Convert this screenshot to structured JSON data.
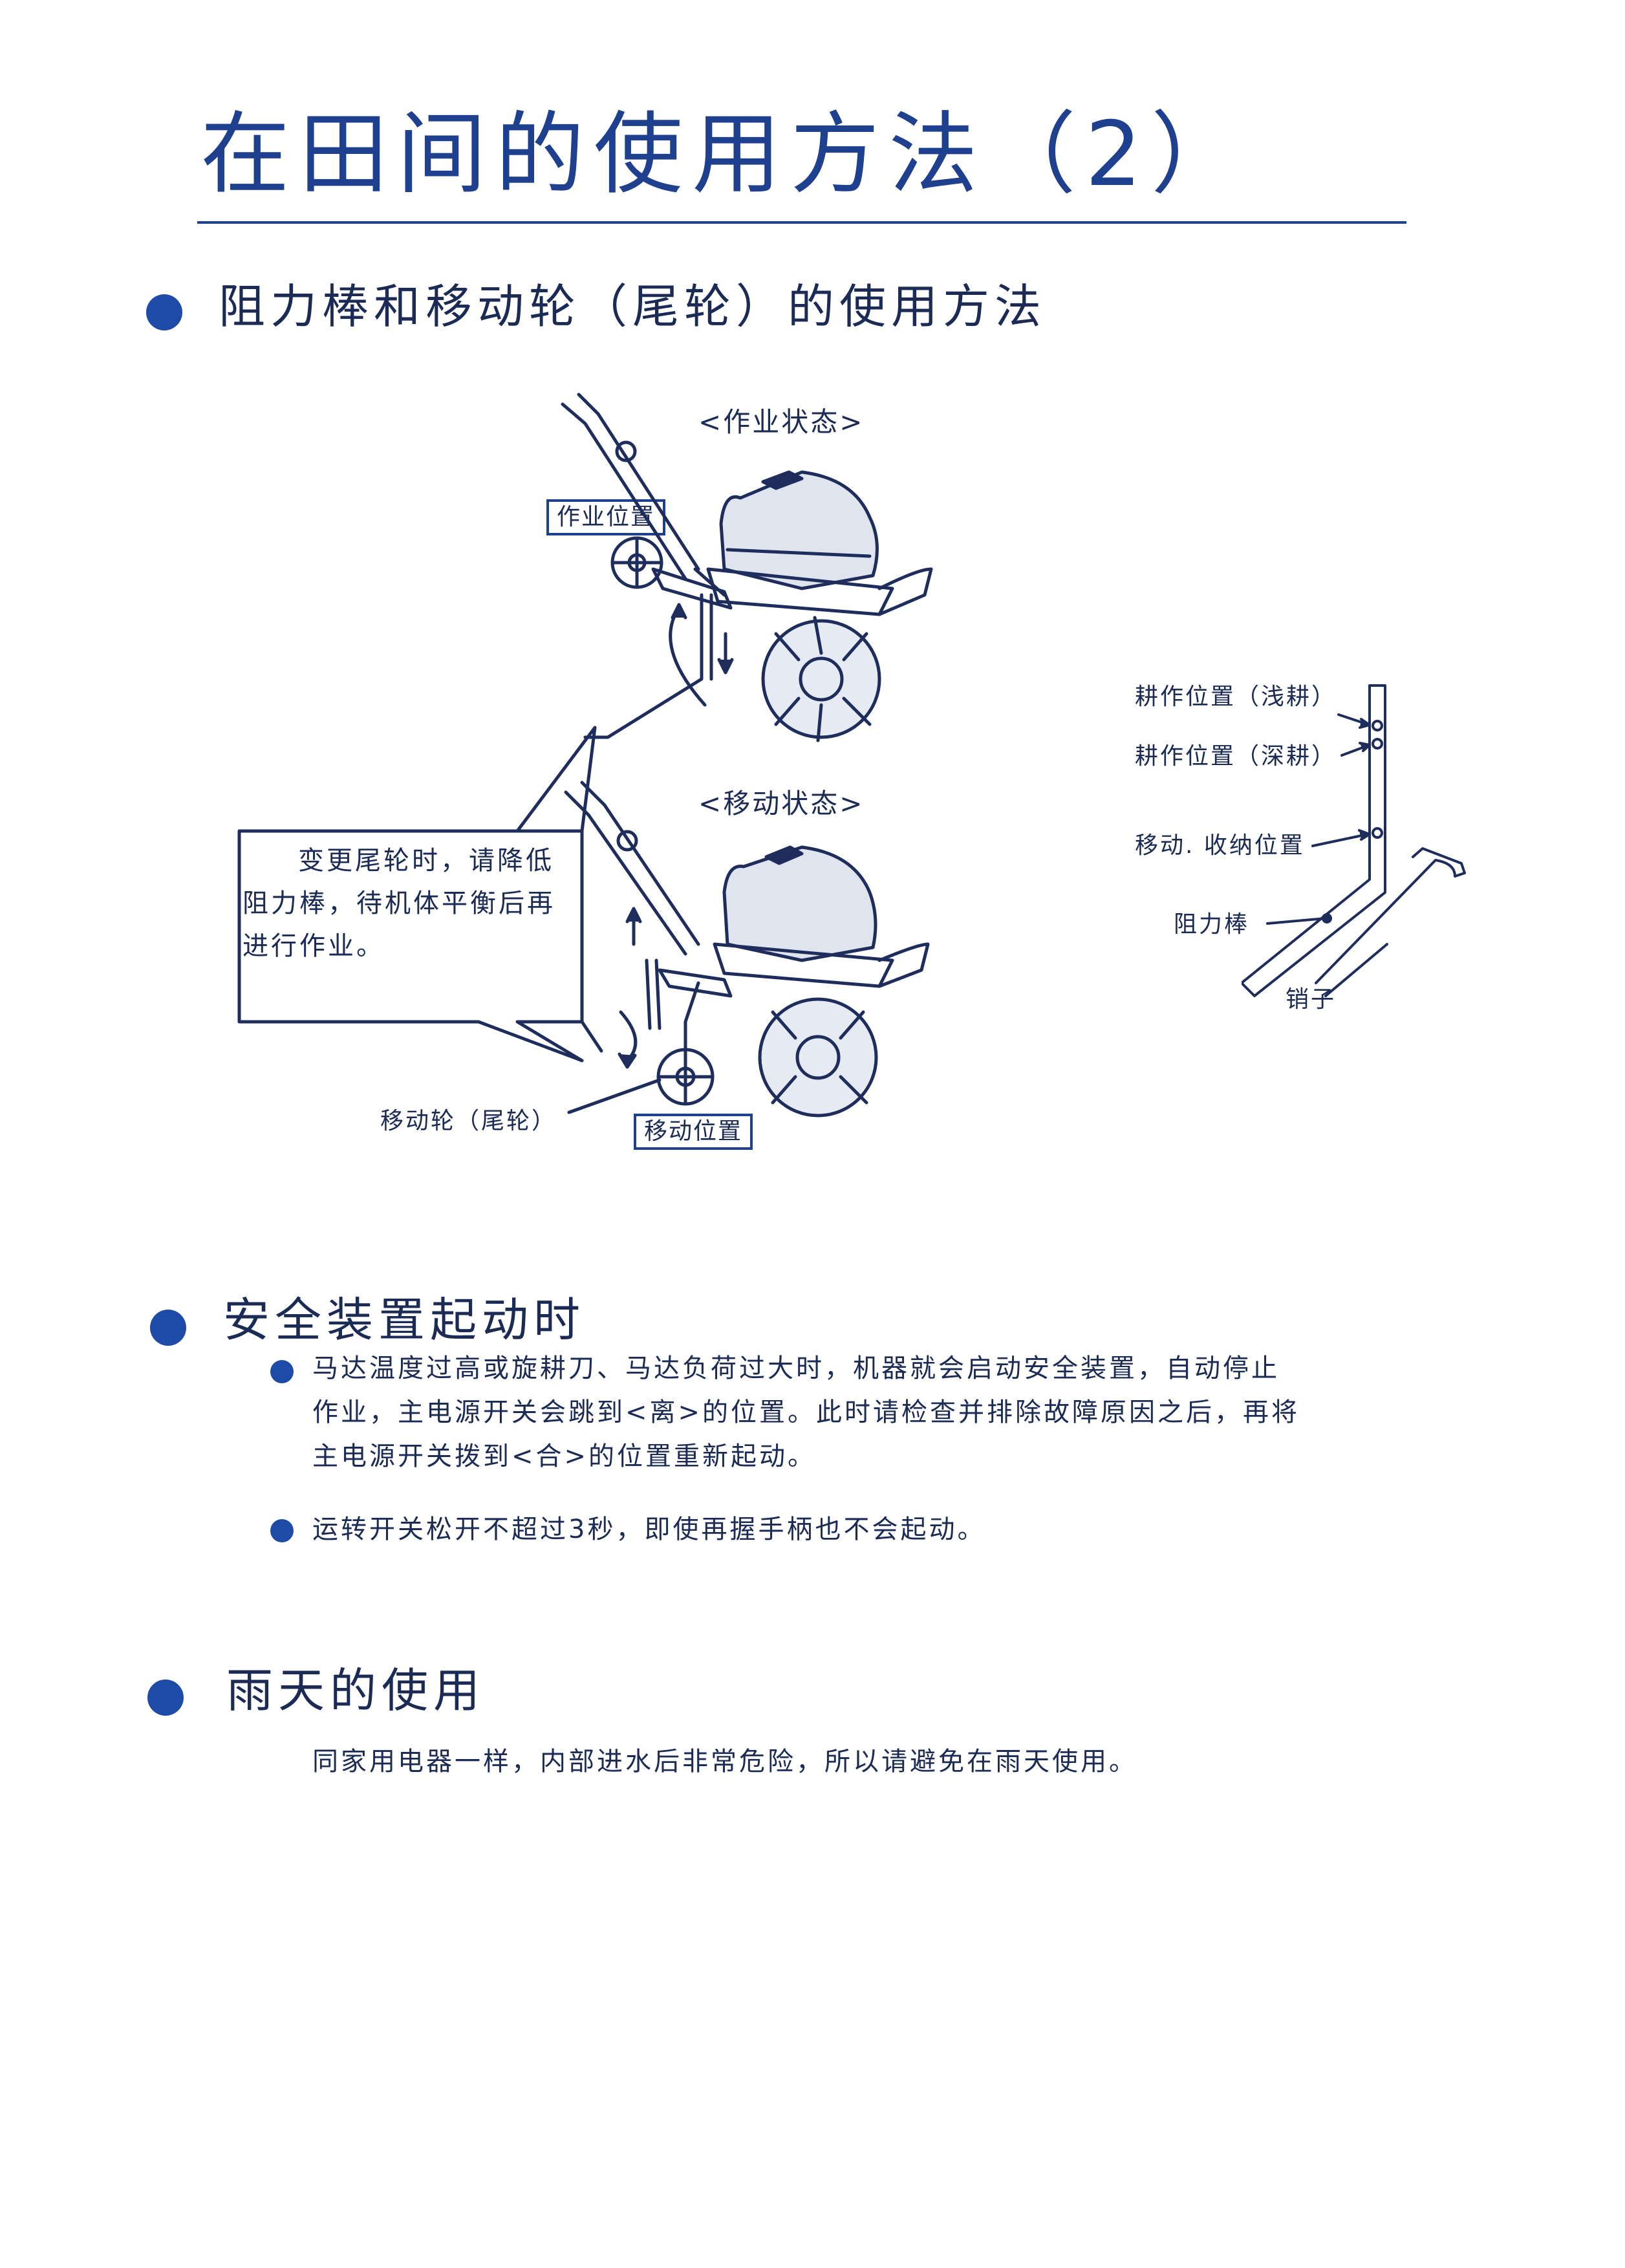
{
  "page": {
    "title": "在田间的使用方法（2）"
  },
  "section1": {
    "heading": "阻力棒和移动轮（尾轮）的使用方法",
    "work_state_label": "<作业状态>",
    "work_position_label": "作业位置",
    "move_state_label": "<移动状态>",
    "move_position_label": "移动位置",
    "tail_wheel_label": "移动轮（尾轮）",
    "callout_lines": [
      "变更尾轮时，请降低",
      "阻力棒，待机体平衡后再",
      "进行作业。"
    ],
    "rod_diagram": {
      "till_shallow": "耕作位置（浅耕）",
      "till_deep": "耕作位置（深耕）",
      "move_storage": "移动. 收纳位置",
      "resistance_rod": "阻力棒",
      "pin": "销子"
    }
  },
  "section2": {
    "heading": "安全装置起动时",
    "bullet1_lines": [
      "马达温度过高或旋耕刀、马达负荷过大时，机器就会启动安全装置，自动停止",
      "作业，主电源开关会跳到<离>的位置。此时请检查并排除故障原因之后，再将",
      "主电源开关拨到<合>的位置重新起动。"
    ],
    "bullet2": "运转开关松开不超过3秒，即使再握手柄也不会起动。"
  },
  "section3": {
    "heading": "雨天的使用",
    "text": "同家用电器一样，内部进水后非常危险，所以请避免在雨天使用。"
  },
  "colors": {
    "title_blue": "#1f3f8f",
    "bullet_blue": "#1e4aa8",
    "text": "#1b2b55"
  }
}
